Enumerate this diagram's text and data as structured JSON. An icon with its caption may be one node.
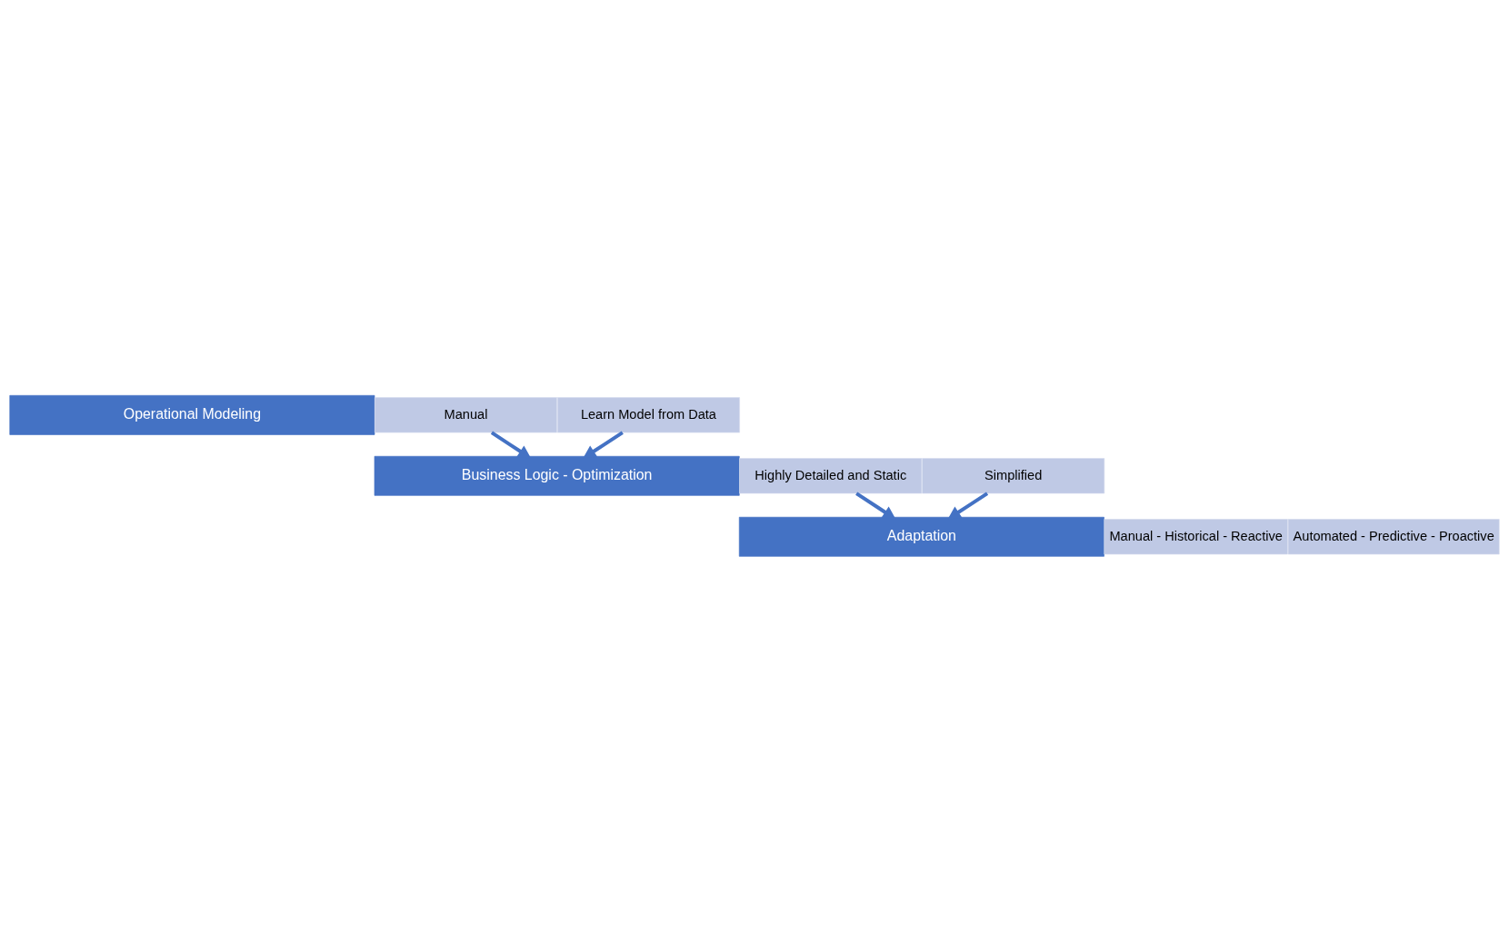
{
  "diagram": {
    "nodes": [
      {
        "text": [
          "Operational Modeling"
        ]
      },
      {
        "text": [
          "Manual"
        ]
      },
      {
        "text": [
          "Learn Model from Data"
        ]
      },
      {
        "text": [
          "Business Logic - Optimization"
        ]
      },
      {
        "text": [
          "Highly Detailed and Static"
        ]
      },
      {
        "text": [
          "Simplified"
        ]
      },
      {
        "text": [
          "Adaptation"
        ]
      },
      {
        "text": [
          "Manual - Historical - Reactive"
        ]
      },
      {
        "text": [
          "Automated - Predictive - Proactive"
        ]
      }
    ],
    "edges": [
      {
        "from": 1,
        "to": 3,
        "arrow": "to"
      },
      {
        "from": 2,
        "to": 3,
        "arrow": "to"
      },
      {
        "from": 4,
        "to": 6,
        "arrow": "to"
      },
      {
        "from": 5,
        "to": 6,
        "arrow": "to"
      }
    ]
  }
}
